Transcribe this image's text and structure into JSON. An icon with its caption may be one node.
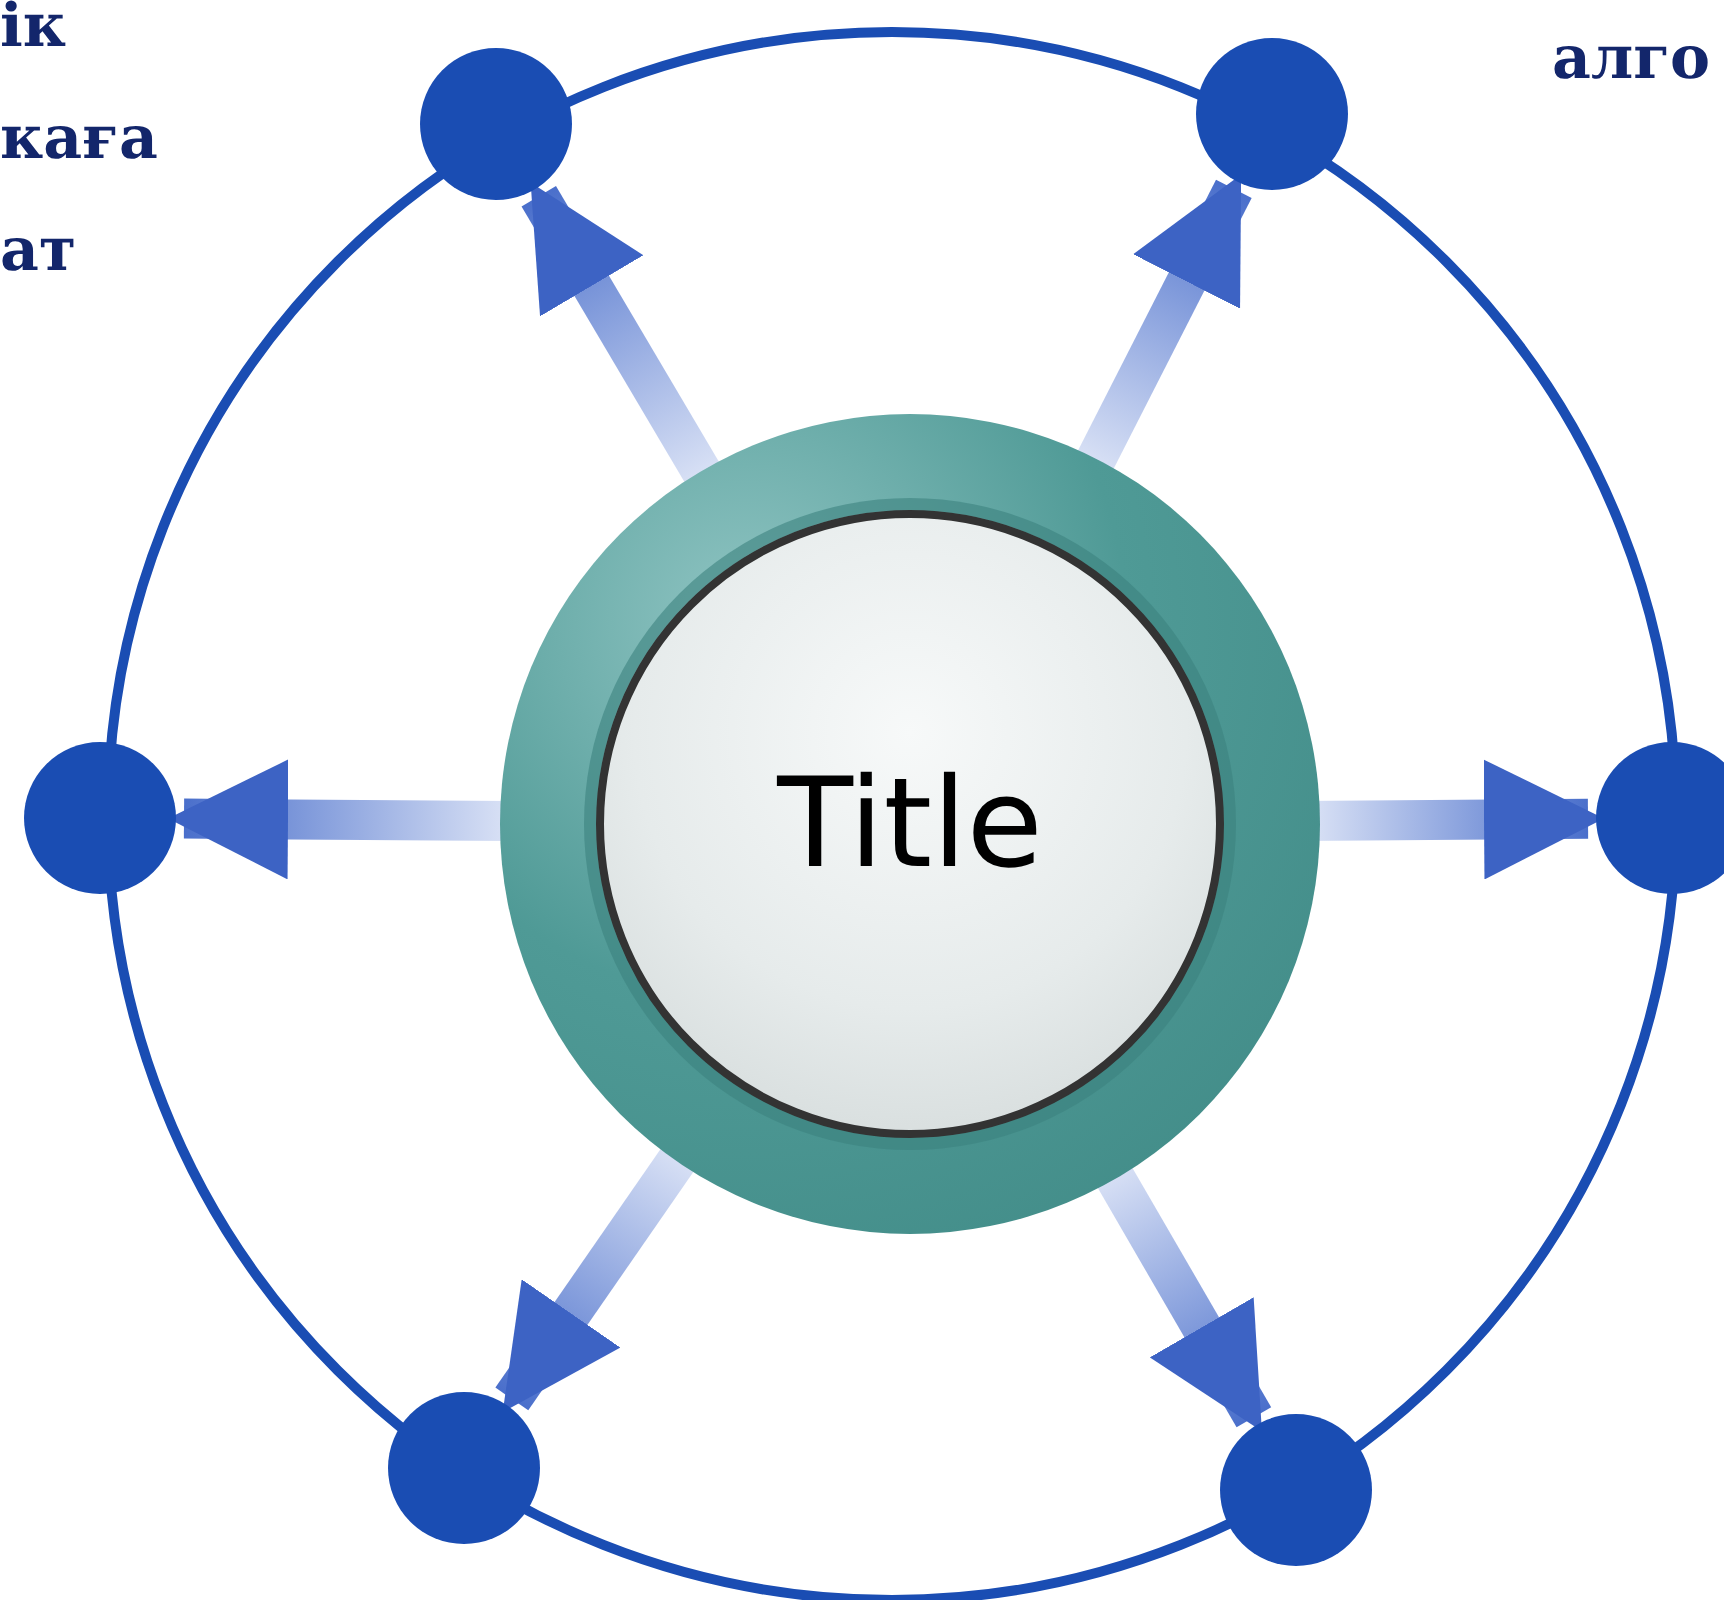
{
  "diagram": {
    "nodes": [
      {
        "text": [
          "Title"
        ]
      },
      {
        "text": [],
        "shape": "circle"
      },
      {
        "text": [],
        "shape": "circle"
      },
      {
        "text": [],
        "shape": "circle"
      },
      {
        "text": [],
        "shape": "circle"
      },
      {
        "text": [],
        "shape": "circle"
      },
      {
        "text": [],
        "shape": "circle"
      }
    ],
    "edges": [
      {
        "from": 0,
        "to": 1,
        "arrow": "to"
      },
      {
        "from": 0,
        "to": 2,
        "arrow": "to"
      },
      {
        "from": 0,
        "to": 3,
        "arrow": "to"
      },
      {
        "from": 0,
        "to": 4,
        "arrow": "to"
      },
      {
        "from": 0,
        "to": 5,
        "arrow": "to"
      },
      {
        "from": 0,
        "to": 6,
        "arrow": "to"
      }
    ],
    "labels": [
      "ік каға ат",
      "алго"
    ]
  }
}
